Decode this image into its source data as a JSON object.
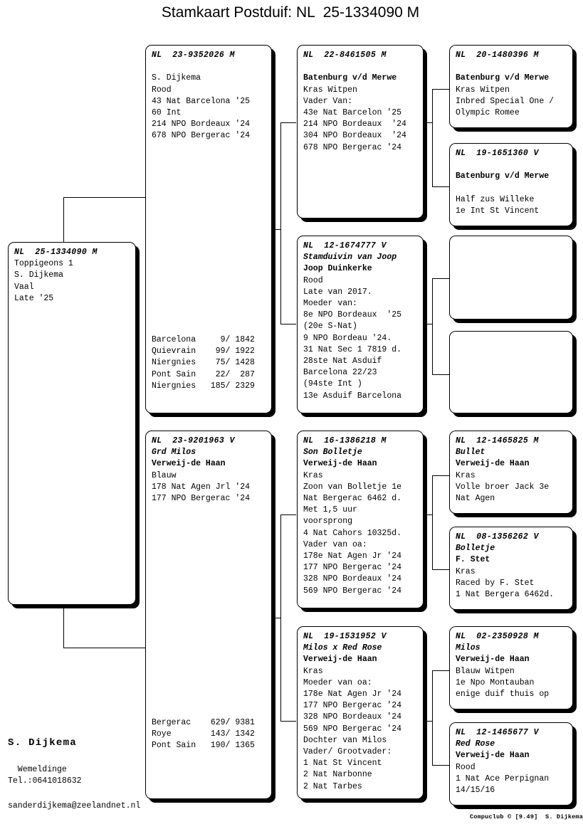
{
  "title": "Stamkaart Postduif: NL  25-1334090 M",
  "subject": {
    "ring": "NL  25-1334090 M",
    "lines": [
      "Toppigeons 1",
      "S. Dijkema",
      "Vaal",
      "Late '25"
    ]
  },
  "boxes": {
    "sire": {
      "ring": "NL  23-9352026 M",
      "lines": [
        "",
        "S. Dijkema",
        "Rood",
        "43 Nat Barcelona '25",
        "60 Int",
        "214 NPO Bordeaux '24",
        "678 NPO Bergerac '24"
      ],
      "results": [
        "Barcelona     9/ 1842",
        "Quievrain    99/ 1922",
        "Niergnies    75/ 1428",
        "Pont Sain    22/  287",
        "Niergnies   185/ 2329"
      ]
    },
    "dam": {
      "ring": "NL  23-9201963 V",
      "lines": [
        "Grd Milos",
        "Verweij-de Haan",
        "Blauw",
        "178 Nat Agen Jrl '24",
        "177 NPO Bergerac '24"
      ],
      "results": [
        "Bergerac    629/ 9381",
        "Roye        143/ 1342",
        "Pont Sain   190/ 1365"
      ]
    },
    "sire_sire": {
      "ring": "NL  22-8461505 M",
      "lines": [
        "",
        "Batenburg v/d Merwe",
        "Kras Witpen",
        "Vader Van:",
        "43e Nat Barcelon '25",
        "214 NPO Bordeaux  '24",
        "304 NPO Bordeaux  '24",
        "678 NPO Bergerac '24"
      ]
    },
    "sire_dam": {
      "ring": "NL  12-1674777 V",
      "lines": [
        "Stamduivin van Joop",
        "Joop Duinkerke",
        "Rood",
        "Late van 2017.",
        "Moeder van:",
        "8e NPO Bordeaux  '25",
        "(20e S-Nat)",
        "9 NPO Bordeau '24.",
        "31 Nat Sec 1 7819 d.",
        "28ste Nat Asduif",
        "Barcelona 22/23",
        "(94ste Int )",
        "13e Asduif Barcelona"
      ]
    },
    "dam_sire": {
      "ring": "NL  16-1386218 M",
      "lines": [
        "Son Bolletje",
        "Verweij-de Haan",
        "Kras",
        "Zoon van Bolletje 1e",
        "Nat Bergerac 6462 d.",
        "Met 1,5 uur",
        "voorsprong",
        "4 Nat Cahors 10325d.",
        "Vader van oa:",
        "178e Nat Agen Jr '24",
        "177 NPO Bergerac '24",
        "328 NPO Bordeaux '24",
        "569 NPO Bergerac '24"
      ]
    },
    "dam_dam": {
      "ring": "NL  19-1531952 V",
      "lines": [
        "Milos x Red Rose",
        "Verweij-de Haan",
        "Kras",
        "Moeder van oa:",
        "178e Nat Agen Jr '24",
        "177 NPO Bergerac '24",
        "328 NPO Bordeaux '24",
        "569 NPO Bergerac '24",
        "Dochter van Milos",
        "Vader/ Grootvader:",
        "1 Nat St Vincent",
        "2 Nat Narbonne",
        "2 Nat Tarbes"
      ]
    },
    "g1": {
      "ring": "NL  20-1480396 M",
      "lines": [
        "",
        "Batenburg v/d Merwe",
        "Kras Witpen",
        "Inbred Special One /",
        "Olympic Romee"
      ]
    },
    "g2": {
      "ring": "NL  19-1651360 V",
      "lines": [
        "",
        "Batenburg v/d Merwe",
        "",
        "Half zus Willeke",
        "1e Int St Vincent"
      ]
    },
    "g3": {
      "ring": "",
      "lines": []
    },
    "g4": {
      "ring": "",
      "lines": []
    },
    "g5": {
      "ring": "NL  12-1465825 M",
      "lines": [
        "Bullet",
        "Verweij-de Haan",
        "Kras",
        "Volle broer Jack 3e",
        "Nat Agen"
      ]
    },
    "g6": {
      "ring": "NL  08-1356262 V",
      "lines": [
        "Bolletje",
        "F. Stet",
        "Kras",
        "Raced by F. Stet",
        "1 Nat Bergera 6462d."
      ]
    },
    "g7": {
      "ring": "NL  02-2350928 M",
      "lines": [
        "Milos",
        "Verweij-de Haan",
        "Blauw Witpen",
        "1e Npo Montauban",
        "enige duif thuis op"
      ]
    },
    "g8": {
      "ring": "NL  12-1465677 V",
      "lines": [
        "Red Rose",
        "Verweij-de Haan",
        "Rood",
        "1 Nat Ace Perpignan",
        "14/15/16"
      ]
    }
  },
  "footer": {
    "breeder": "S. Dijkema",
    "city": "  Wemeldinge",
    "phone": "Tel.:0641018632",
    "email": "sanderdijkema@zeelandnet.nl",
    "credit": "Compuclub © [9.49]  S. Dijkema"
  }
}
